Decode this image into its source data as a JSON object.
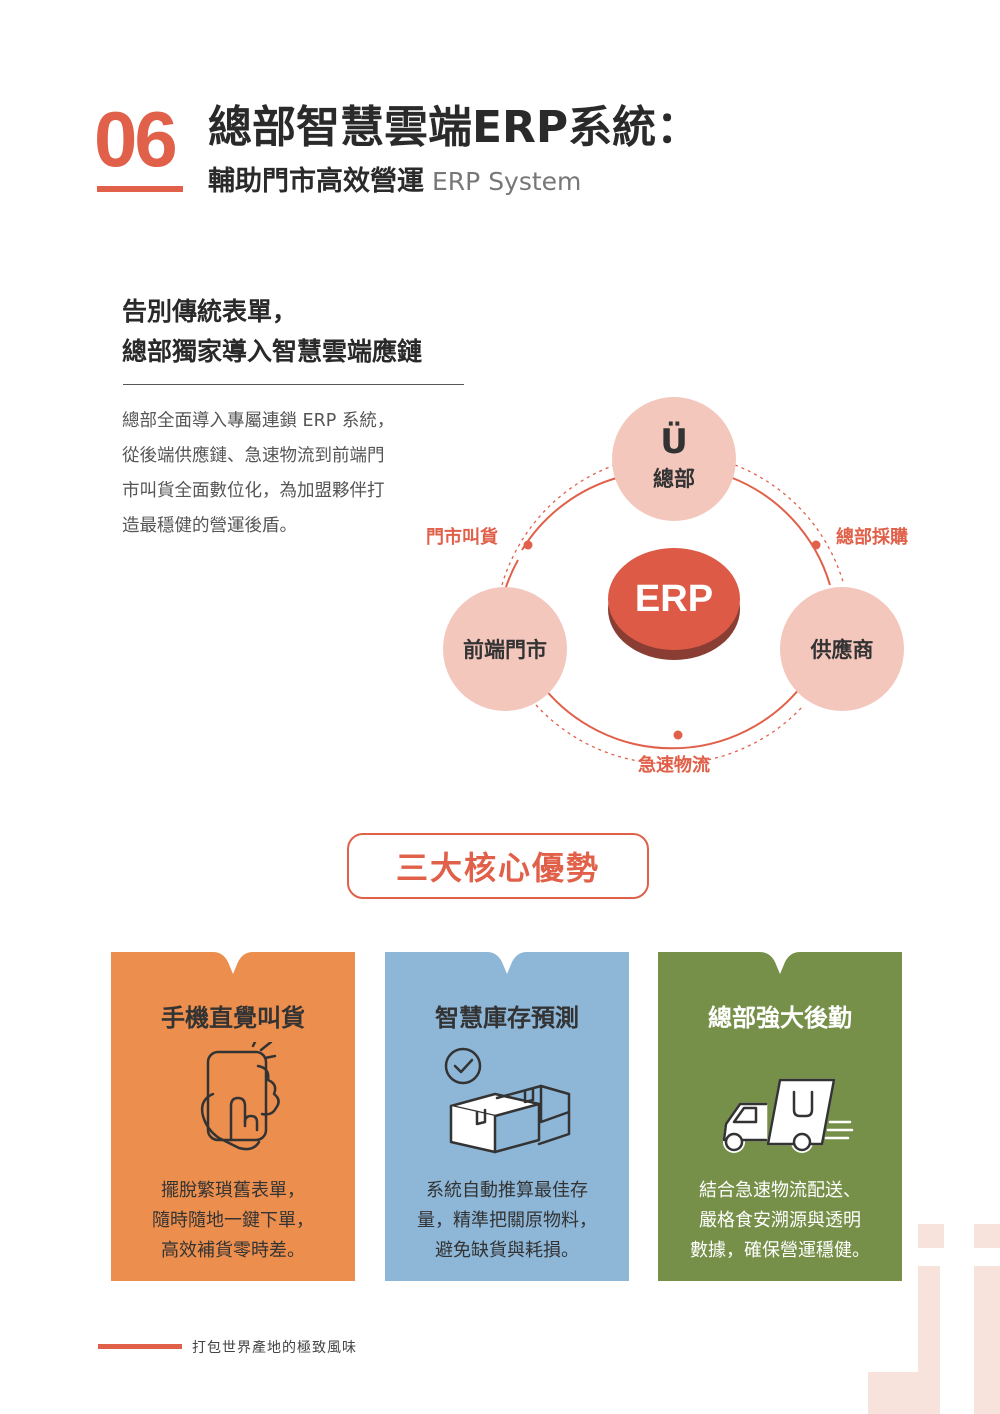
{
  "header": {
    "chapter_number": "06",
    "title_main": "總部智慧雲端ERP系統：",
    "title_sub": "輔助門市高效營運",
    "title_sub_en": "ERP System"
  },
  "intro": {
    "heading_line1": "告別傳統表單，",
    "heading_line2": "總部獨家導入智慧雲端應鏈",
    "body_lines": [
      "總部全面導入專屬連鎖 ERP 系統，",
      "從後端供應鏈、急速物流到前端門",
      "市叫貨全面數位化，為加盟夥伴打",
      "造最穩健的營運後盾。"
    ]
  },
  "diagram": {
    "center": "ERP",
    "hq_logo": "Ü",
    "hq": "總部",
    "store": "前端門市",
    "supplier": "供應商",
    "edge_store_order": "門市叫貨",
    "edge_hq_purchase": "總部採購",
    "edge_logistics": "急速物流",
    "colors": {
      "accent": "#e0604a",
      "node": "#f4c7bd",
      "core": "#dd5a47"
    }
  },
  "advantages": {
    "title": "三大核心優勢",
    "cards": [
      {
        "title": "手機直覺叫貨",
        "icon": "phone-tap-icon",
        "color": "#ec8f4e",
        "lines": [
          "擺脫繁瑣舊表單，",
          "隨時隨地一鍵下單，",
          "高效補貨零時差。"
        ]
      },
      {
        "title": "智慧庫存預測",
        "icon": "boxes-check-icon",
        "color": "#8db6d7",
        "lines": [
          "系統自動推算最佳存",
          "量，精準把關原物料，",
          "避免缺貨與耗損。"
        ]
      },
      {
        "title": "總部強大後勤",
        "icon": "delivery-truck-icon",
        "color": "#769049",
        "lines": [
          "結合急速物流配送、",
          "嚴格食安溯源與透明",
          "數據，確保營運穩健。"
        ]
      }
    ]
  },
  "footer": {
    "text": "打包世界產地的極致風味"
  }
}
